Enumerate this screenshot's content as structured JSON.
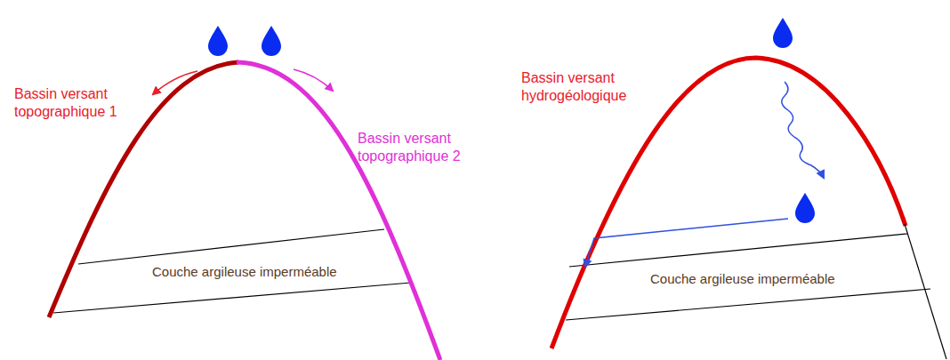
{
  "diagram": {
    "nodes": [
      {
        "text": [
          "Couche argileuse imperméable"
        ]
      },
      {
        "text": [
          "Couche argileuse imperméable"
        ]
      }
    ],
    "labels": [
      "Bassin versant topographique 1",
      "Bassin versant topographique 2",
      "Bassin versant hydrogéologique"
    ]
  }
}
